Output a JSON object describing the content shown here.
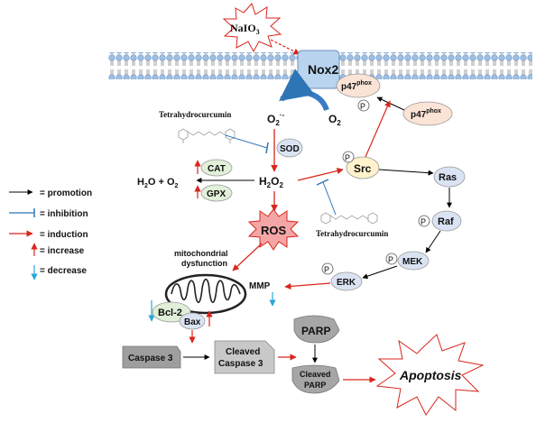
{
  "stimulus": {
    "label": "NaIO",
    "sub": "3"
  },
  "nox2": {
    "label": "Nox2"
  },
  "p47_membrane": {
    "label": "p47",
    "sup": "phox"
  },
  "p47_cytosol": {
    "label": "p47",
    "sup": "phox"
  },
  "phospho_symbol": "P",
  "superoxide": {
    "label": "O",
    "sub": "2",
    "sup": "·-"
  },
  "oxygen": {
    "label": "O",
    "sub": "2"
  },
  "tetrahydrocurcumin_top": "Tetrahydrocurcumin",
  "tetrahydrocurcumin_bottom": "Tetrahydrocurcumin",
  "sod": "SOD",
  "h2o2": {
    "a": "H",
    "sub1": "2",
    "b": "O",
    "sub2": "2"
  },
  "water_oxygen": {
    "a": "H",
    "sub1": "2",
    "b": "O + O",
    "sub2": "2"
  },
  "cat": "CAT",
  "gpx": "GPX",
  "ros": "ROS",
  "src": "Src",
  "ras": "Ras",
  "raf": "Raf",
  "mek": "MEK",
  "erk": "ERK",
  "mitochondria": {
    "line1": "mitochondrial",
    "line2": "dysfunction"
  },
  "mmp": "MMP",
  "bcl2": "Bcl-2",
  "bax": "Bax",
  "caspase3": "Caspase 3",
  "cleaved_caspase3": {
    "line1": "Cleaved",
    "line2": "Caspase 3"
  },
  "parp": "PARP",
  "cleaved_parp": {
    "line1": "Cleaved",
    "line2": "PARP"
  },
  "apoptosis": "Apoptosis",
  "legend": [
    {
      "symbol": "promotion-arrow",
      "label": "= promotion",
      "color": "#000000"
    },
    {
      "symbol": "inhibition-bar",
      "label": "= inhibition",
      "color": "#2e75b6"
    },
    {
      "symbol": "induction-arrow",
      "label": "= induction",
      "color": "#d9261c"
    },
    {
      "symbol": "increase-up-arrow",
      "label": "= increase",
      "color": "#d9261c"
    },
    {
      "symbol": "decrease-down-arrow",
      "label": "= decrease",
      "color": "#2aa6d8"
    }
  ],
  "colors": {
    "promotion": "#000000",
    "inhibition": "#2e75b6",
    "induction": "#d9261c",
    "decrease": "#2aa6d8",
    "nox2": "#b8d4ef",
    "p47": "#fbe3d6",
    "src": "#fff2cc",
    "kinase": "#dae3f3",
    "cat_gpx": "#e2f0d9",
    "ros": "#f4a6a6",
    "caspase": "#9e9e9e",
    "parp": "#a6a6a6"
  }
}
